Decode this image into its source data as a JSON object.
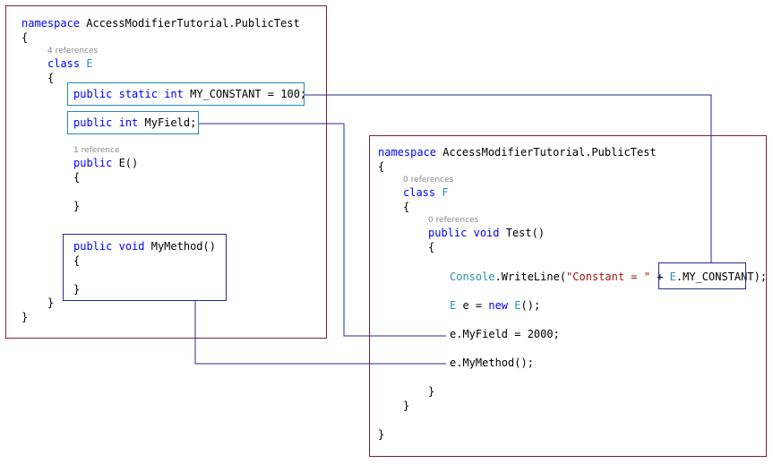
{
  "left_panel": {
    "kw_namespace": "namespace",
    "namespace_name": " AccessModifierTutorial.PublicTest",
    "open_brace_ns": "{",
    "class_refs": "4 references",
    "kw_class": "class",
    "class_name": "E",
    "open_brace_class": "{",
    "const_line": {
      "kw1": "public",
      "kw2": "static",
      "kw3": "int",
      "rest": " MY_CONSTANT = 100;"
    },
    "field_line": {
      "kw1": "public",
      "kw2": "int",
      "rest": " MyField;"
    },
    "ctor_refs": "1 reference",
    "ctor_line": {
      "kw": "public",
      "rest": " E()"
    },
    "ctor_open": "{",
    "ctor_close": "}",
    "method_line": {
      "kw1": "public",
      "kw2": "void",
      "rest": " MyMethod()"
    },
    "method_open": "{",
    "method_close": "}",
    "close_brace_class": "}",
    "close_brace_ns": "}"
  },
  "right_panel": {
    "kw_namespace": "namespace",
    "namespace_name": " AccessModifierTutorial.PublicTest",
    "open_brace_ns": "{",
    "class_refs": "0 references",
    "kw_class": "class",
    "class_name": "F",
    "open_brace_class": "{",
    "test_refs": "0 references",
    "test_line": {
      "kw1": "public",
      "kw2": "void",
      "rest": " Test()"
    },
    "test_open": "{",
    "console_line": {
      "type": "Console",
      "call": ".WriteLine(",
      "str": "\"Constant = \"",
      "plus": " + ",
      "etype": "E",
      "member": ".MY_CONSTANT",
      "end": ");"
    },
    "new_line": {
      "type1": "E",
      "var": " e = ",
      "kw": "new",
      "sp": " ",
      "type2": "E",
      "end": "();"
    },
    "field_assign": "e.MyField = 2000;",
    "method_call": "e.MyMethod();",
    "test_close": "}",
    "close_brace_class": "}",
    "close_brace_ns": "}"
  },
  "colors": {
    "panel_border": "#7a1f3d",
    "keyword": "#0000ff",
    "type": "#2b91af",
    "string": "#a31515",
    "highlight_teal": "#1e8fb5",
    "highlight_navy": "#2a2a8c",
    "reference_gray": "#8a8a8a"
  }
}
